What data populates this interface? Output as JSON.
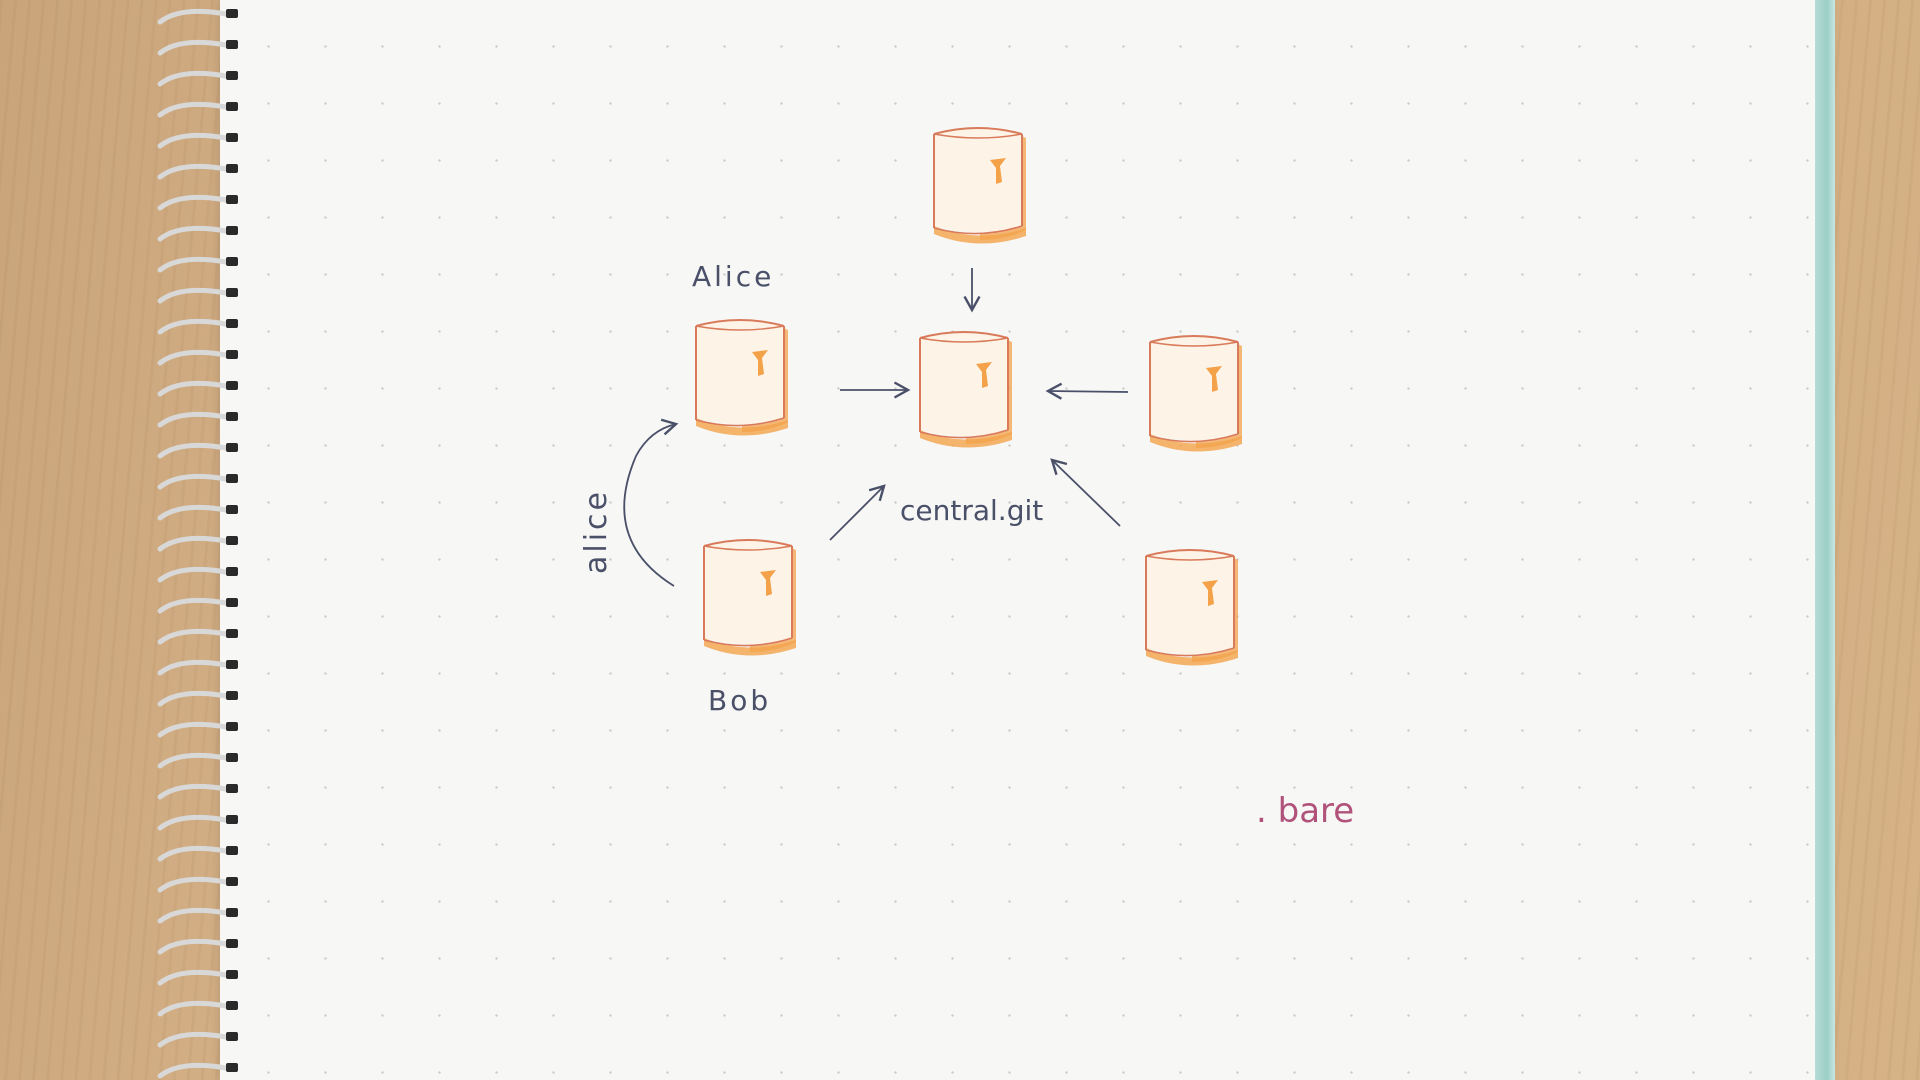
{
  "nodes": {
    "alice_label": "Alice",
    "bob_label": "Bob",
    "central_label": "central.git"
  },
  "edges": {
    "alice_remote_label": "alice"
  },
  "note": {
    "bare_text": ". bare"
  },
  "colors": {
    "ink": "#4a5068",
    "repo_outline": "#d97a5a",
    "repo_fill": "#f4a24a",
    "note_ink": "#b0527a",
    "cover": "#9ccfc7"
  }
}
